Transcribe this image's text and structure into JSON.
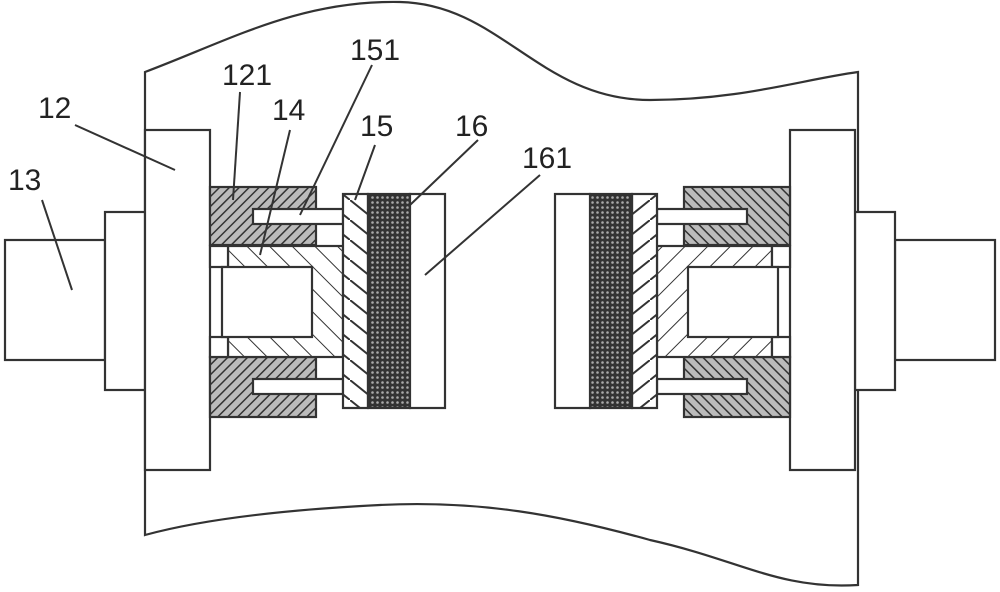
{
  "diagram": {
    "labels": {
      "l12": "12",
      "l13": "13",
      "l121": "121",
      "l151": "151",
      "l14": "14",
      "l15": "15",
      "l16": "16",
      "l161": "161"
    }
  }
}
